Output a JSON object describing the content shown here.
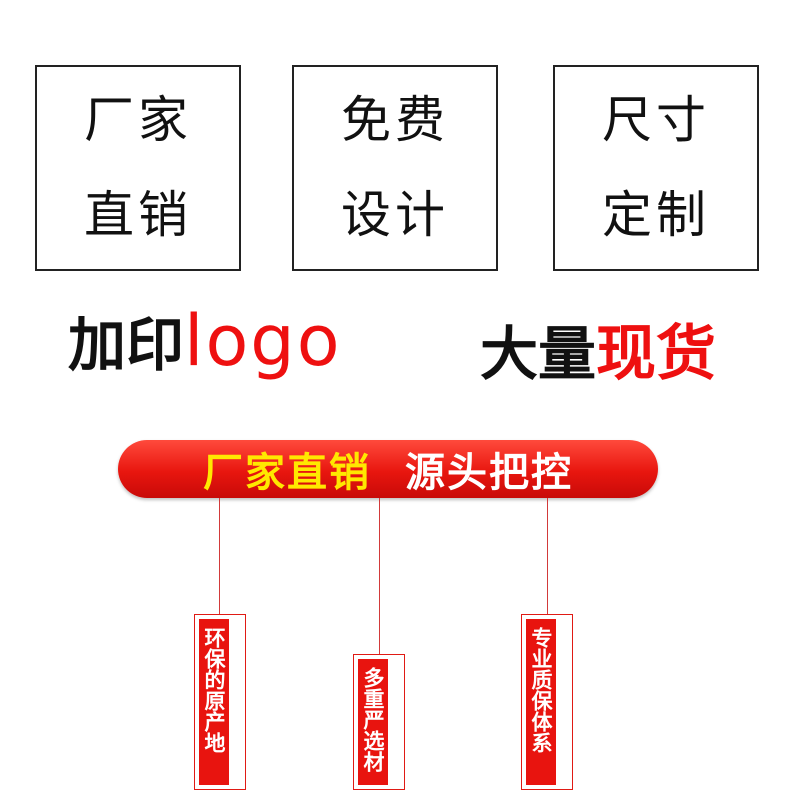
{
  "features": [
    {
      "line1": "厂家",
      "line2": "直销"
    },
    {
      "line1": "免费",
      "line2": "设计"
    },
    {
      "line1": "尺寸",
      "line2": "定制"
    }
  ],
  "slogans": {
    "logo": {
      "prefix": "加印",
      "highlight": "logo"
    },
    "stock": {
      "prefix": "大量",
      "highlight": "现货"
    }
  },
  "banner": {
    "left": "厂家直销",
    "right": "源头把控"
  },
  "tags": [
    "环保的原产地",
    "多重严选材",
    "专业质保体系"
  ],
  "colors": {
    "accent": "#ee1010",
    "banner_yellow": "#ffe800"
  }
}
